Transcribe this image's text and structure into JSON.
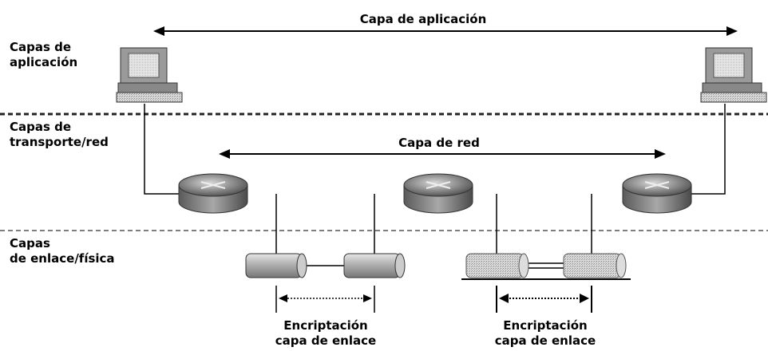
{
  "layers": {
    "application": "Capas de\naplicación",
    "transport": "Capas de\ntransporte/red",
    "link": "Capas\nde enlace/física"
  },
  "spans": {
    "application": "Capa de aplicación",
    "network": "Capa de red"
  },
  "encryption": {
    "left": "Encriptación\ncapa de enlace",
    "right": "Encriptación\ncapa de enlace"
  },
  "colors": {
    "line": "#000000",
    "dash": "#555555",
    "router": "#7a7a7a",
    "encryptor": "#bdbdbd"
  },
  "icons": [
    "computer-icon",
    "router-icon",
    "encryptor-icon"
  ]
}
